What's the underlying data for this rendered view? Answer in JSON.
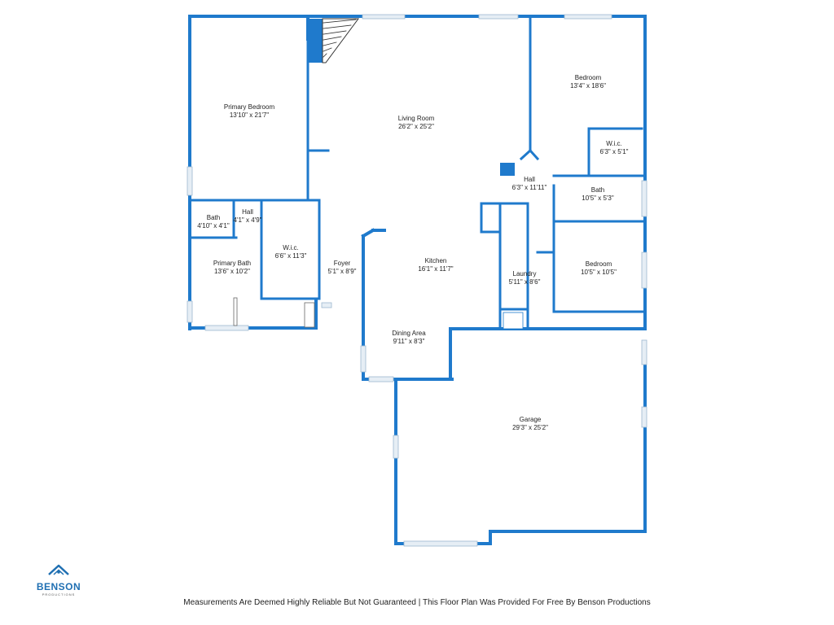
{
  "colors": {
    "wall": "#1f7acc",
    "window": "#e6eef5",
    "fireplace": "#333333"
  },
  "rooms": [
    {
      "id": "primary-bedroom",
      "name": "Primary Bedroom",
      "dims": "13'10\" x 21'7\""
    },
    {
      "id": "living-room",
      "name": "Living Room",
      "dims": "26'2\" x 25'2\""
    },
    {
      "id": "bedroom-1",
      "name": "Bedroom",
      "dims": "13'4\" x 18'6\""
    },
    {
      "id": "wic-1",
      "name": "W.i.c.",
      "dims": "6'3\" x 5'1\""
    },
    {
      "id": "hall-1",
      "name": "Hall",
      "dims": "6'3\" x 11'11\""
    },
    {
      "id": "bath-1",
      "name": "Bath",
      "dims": "10'5\" x 5'3\""
    },
    {
      "id": "hall-2",
      "name": "Hall",
      "dims": "4'1\" x 4'9\""
    },
    {
      "id": "bath-2",
      "name": "Bath",
      "dims": "4'10\" x 4'1\""
    },
    {
      "id": "wic-2",
      "name": "W.i.c.",
      "dims": "6'6\" x 11'3\""
    },
    {
      "id": "foyer",
      "name": "Foyer",
      "dims": "5'1\" x 8'9\""
    },
    {
      "id": "kitchen",
      "name": "Kitchen",
      "dims": "16'1\" x 11'7\""
    },
    {
      "id": "laundry",
      "name": "Laundry",
      "dims": "5'11\" x 8'6\""
    },
    {
      "id": "bedroom-2",
      "name": "Bedroom",
      "dims": "10'5\" x 10'5\""
    },
    {
      "id": "primary-bath",
      "name": "Primary Bath",
      "dims": "13'6\" x 10'2\""
    },
    {
      "id": "dining-area",
      "name": "Dining Area",
      "dims": "9'11\" x 8'3\""
    },
    {
      "id": "garage",
      "name": "Garage",
      "dims": "29'3\" x 25'2\""
    }
  ],
  "logo": {
    "name": "BENSON",
    "sub": "PRODUCTIONS"
  },
  "disclaimer": "Measurements Are Deemed Highly Reliable But Not Guaranteed | This Floor Plan Was Provided For Free By Benson Productions"
}
